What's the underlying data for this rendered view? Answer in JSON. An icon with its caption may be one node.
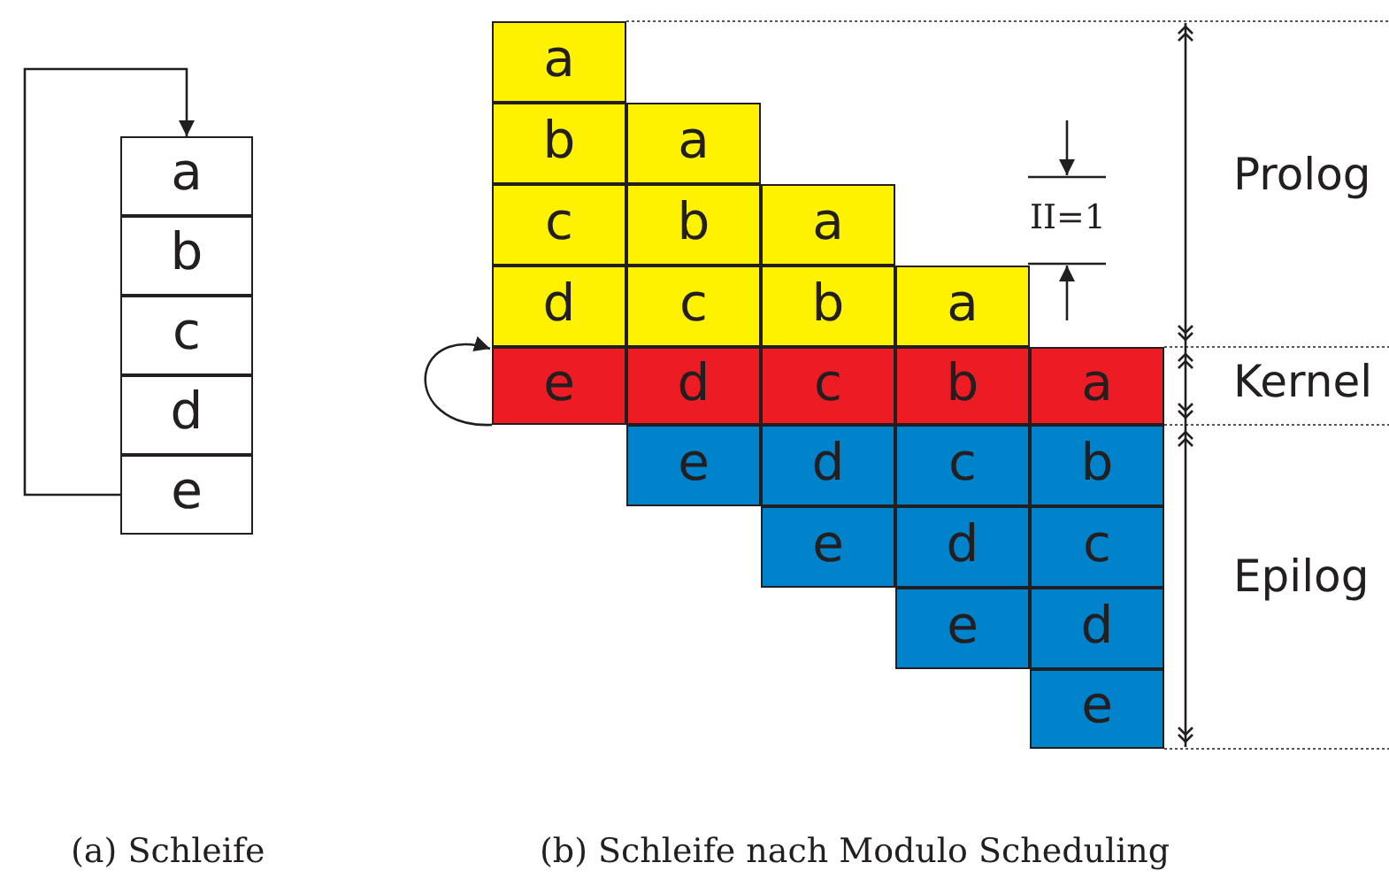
{
  "diagram": {
    "nodes": [
      {
        "text": [
          "a"
        ]
      },
      {
        "text": [
          "b"
        ]
      },
      {
        "text": [
          "c"
        ]
      },
      {
        "text": [
          "d"
        ]
      },
      {
        "text": [
          "e"
        ]
      },
      {
        "text": [
          "a"
        ]
      },
      {
        "text": [
          "b"
        ]
      },
      {
        "text": [
          "a"
        ]
      },
      {
        "text": [
          "c"
        ]
      },
      {
        "text": [
          "b"
        ]
      },
      {
        "text": [
          "a"
        ]
      },
      {
        "text": [
          "d"
        ]
      },
      {
        "text": [
          "c"
        ]
      },
      {
        "text": [
          "b"
        ]
      },
      {
        "text": [
          "a"
        ]
      },
      {
        "text": [
          "e"
        ]
      },
      {
        "text": [
          "d"
        ]
      },
      {
        "text": [
          "c"
        ]
      },
      {
        "text": [
          "b"
        ]
      },
      {
        "text": [
          "a"
        ]
      },
      {
        "text": [
          "e"
        ]
      },
      {
        "text": [
          "d"
        ]
      },
      {
        "text": [
          "c"
        ]
      },
      {
        "text": [
          "b"
        ]
      },
      {
        "text": [
          "e"
        ]
      },
      {
        "text": [
          "d"
        ]
      },
      {
        "text": [
          "c"
        ]
      },
      {
        "text": [
          "e"
        ]
      },
      {
        "text": [
          "d"
        ]
      },
      {
        "text": [
          "e"
        ]
      }
    ],
    "edges": [
      {
        "from": 4,
        "to": 0,
        "arrow": "to"
      },
      {
        "from": 15,
        "to": 15,
        "arrow": "to"
      }
    ],
    "labels": [
      "II=1",
      "Prolog",
      "Kernel",
      "Epilog",
      "(a) Schleife",
      "(b) Schleife nach Modulo Scheduling"
    ]
  }
}
